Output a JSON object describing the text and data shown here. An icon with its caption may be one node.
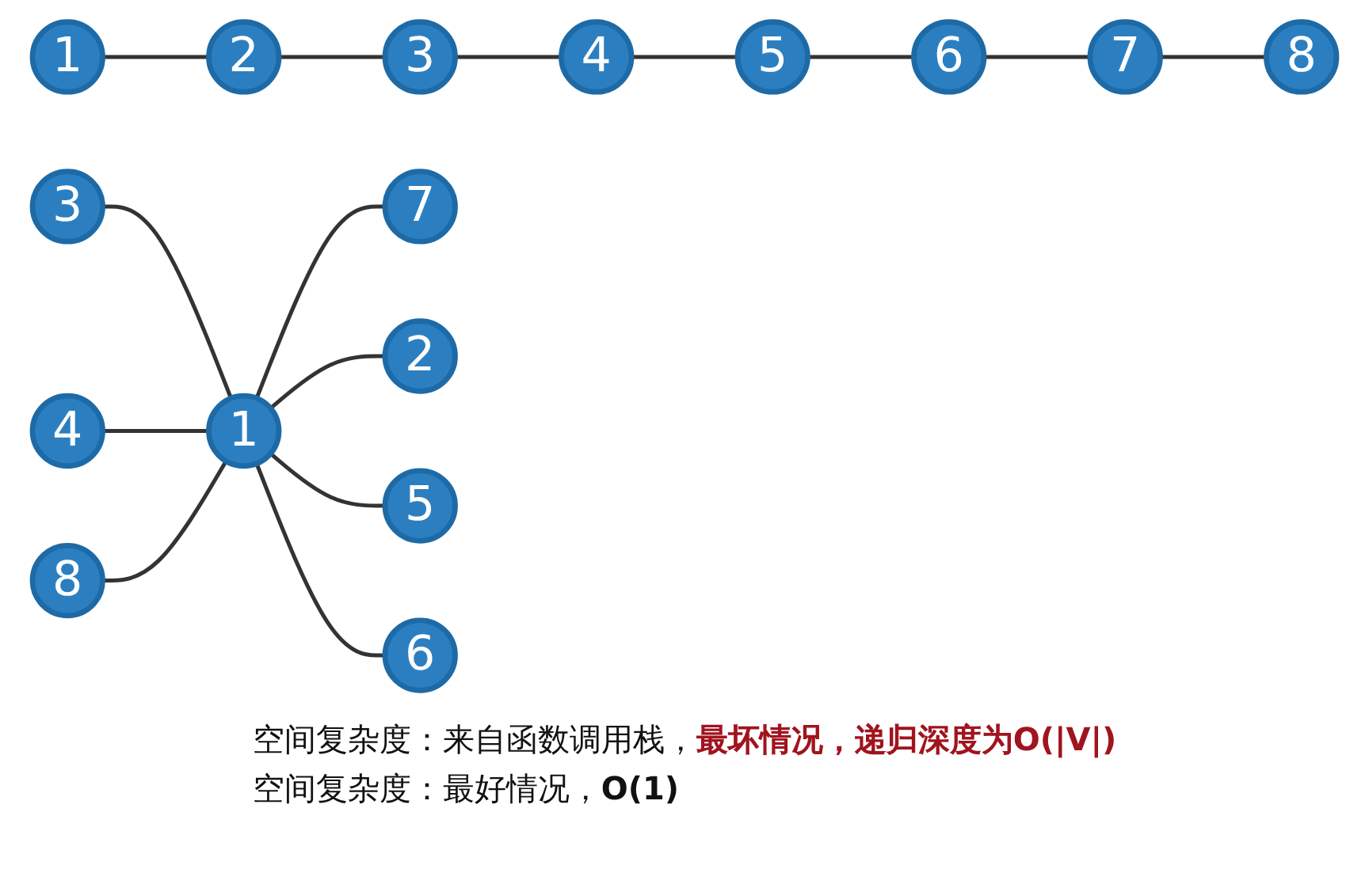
{
  "diagram": {
    "nodes": [
      {
        "text": [
          "1"
        ]
      },
      {
        "text": [
          "2"
        ]
      },
      {
        "text": [
          "3"
        ]
      },
      {
        "text": [
          "4"
        ]
      },
      {
        "text": [
          "5"
        ]
      },
      {
        "text": [
          "6"
        ]
      },
      {
        "text": [
          "7"
        ]
      },
      {
        "text": [
          "8"
        ]
      },
      {
        "text": [
          "3"
        ]
      },
      {
        "text": [
          "7"
        ]
      },
      {
        "text": [
          "4"
        ]
      },
      {
        "text": [
          "1"
        ]
      },
      {
        "text": [
          "2"
        ]
      },
      {
        "text": [
          "8"
        ]
      },
      {
        "text": [
          "5"
        ]
      },
      {
        "text": [
          "6"
        ]
      }
    ],
    "edges": [
      {
        "from": 0,
        "to": 1,
        "arrow": "none"
      },
      {
        "from": 1,
        "to": 2,
        "arrow": "none"
      },
      {
        "from": 2,
        "to": 3,
        "arrow": "none"
      },
      {
        "from": 3,
        "to": 4,
        "arrow": "none"
      },
      {
        "from": 4,
        "to": 5,
        "arrow": "none"
      },
      {
        "from": 5,
        "to": 6,
        "arrow": "none"
      },
      {
        "from": 6,
        "to": 7,
        "arrow": "none"
      },
      {
        "from": 8,
        "to": 11,
        "arrow": "none"
      },
      {
        "from": 11,
        "to": 9,
        "arrow": "none"
      },
      {
        "from": 10,
        "to": 11,
        "arrow": "none"
      },
      {
        "from": 11,
        "to": 12,
        "arrow": "none"
      },
      {
        "from": 13,
        "to": 11,
        "arrow": "none"
      },
      {
        "from": 11,
        "to": 14,
        "arrow": "none"
      },
      {
        "from": 11,
        "to": 15,
        "arrow": "none"
      }
    ],
    "labels": [
      "空间复杂度：来自函数调用栈，**最坏情况，递归深度为O(|V|)**",
      "空间复杂度：最好情况，**O(1)**"
    ]
  }
}
